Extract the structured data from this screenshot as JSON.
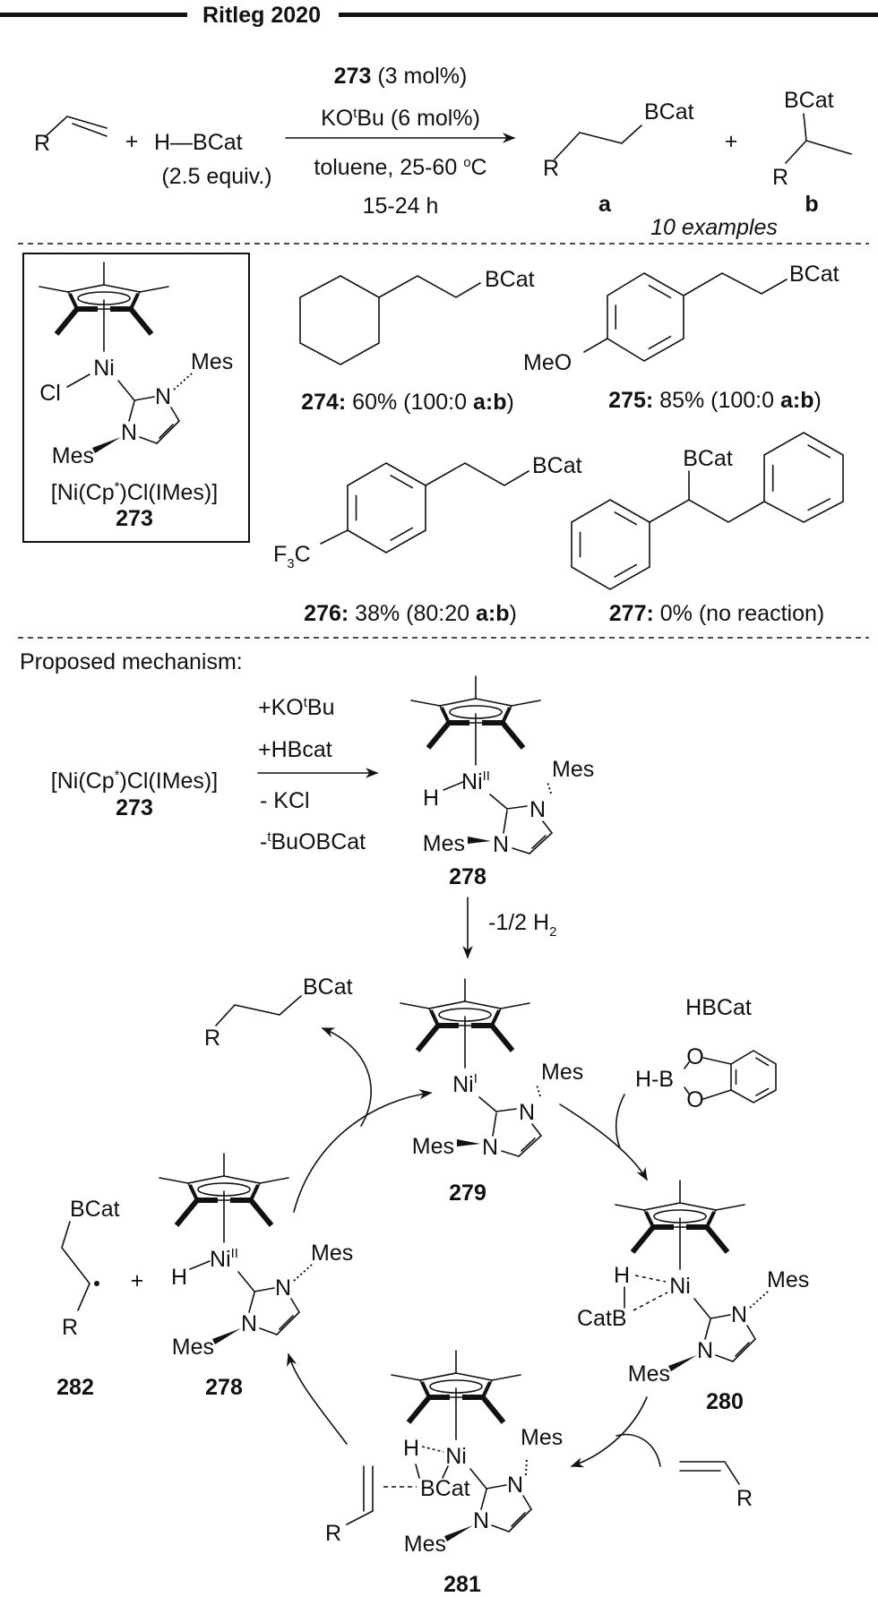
{
  "header": {
    "title": "Ritleg 2020"
  },
  "reaction": {
    "alkene_r": "R",
    "plus": "+",
    "hbcat": "H—BCat",
    "hbcat_equiv": "(2.5 equiv.)",
    "cat_num": "273",
    "cat_load": " (3 mol%)",
    "base_a": "KO",
    "base_sup": "t",
    "base_b": "Bu (6 mol%)",
    "solvent_a": "toluene, 25-60 ",
    "solvent_sup": "o",
    "solvent_b": "C",
    "time": "15-24 h",
    "product_a_group": "BCat",
    "product_a_r": "R",
    "product_a_label": "a",
    "product_b_group": "BCat",
    "product_b_r": "R",
    "product_b_label": "b",
    "examples": "10 examples"
  },
  "catalyst": {
    "formula_a": "[Ni(Cp",
    "formula_sup": "*",
    "formula_b": ")Cl(IMes)]",
    "number": "273",
    "cl": "Cl"
  },
  "labels": {
    "ni": "Ni",
    "n": "N",
    "mes": "Mes",
    "h": "H",
    "bcat": "BCat",
    "catb": "CatB",
    "r": "R",
    "o": "O",
    "hb": "H-B",
    "ox_II": "II",
    "ox_I": "I"
  },
  "substrates": [
    {
      "id": "274",
      "parts": [
        "274:",
        " 60% (100:0 ",
        "a:b",
        ")"
      ],
      "group": "BCat"
    },
    {
      "id": "275",
      "parts": [
        "275:",
        " 85% (100:0 ",
        "a:b",
        ")"
      ],
      "group": "BCat",
      "sub": "MeO"
    },
    {
      "id": "276",
      "parts": [
        "276:",
        " 38% (80:20 ",
        "a:b",
        ")"
      ],
      "group": "BCat",
      "sub_a": "F",
      "sub_sub": "3",
      "sub_b": "C"
    },
    {
      "id": "277",
      "parts": [
        "277:",
        " 0% (no reaction)"
      ],
      "group": "BCat"
    }
  ],
  "mechanism": {
    "title": "Proposed mechanism:",
    "start_a": "[Ni(Cp",
    "start_sup": "*",
    "start_b": ")Cl(IMes)]",
    "start_num": "273",
    "reagents": {
      "r1_a": "+KO",
      "r1_sup": "t",
      "r1_b": "Bu",
      "r2": "+HBcat",
      "r3": "- KCl",
      "r4_a": "-",
      "r4_sup": "t",
      "r4_b": "BuOBCat"
    },
    "h2_loss_a": "-1/2 H",
    "h2_loss_sub": "2",
    "hbcat_label": "HBCat",
    "compounds": {
      "c278": "278",
      "c279": "279",
      "c280": "280",
      "c281": "281",
      "c282": "282"
    },
    "plus": "+"
  }
}
